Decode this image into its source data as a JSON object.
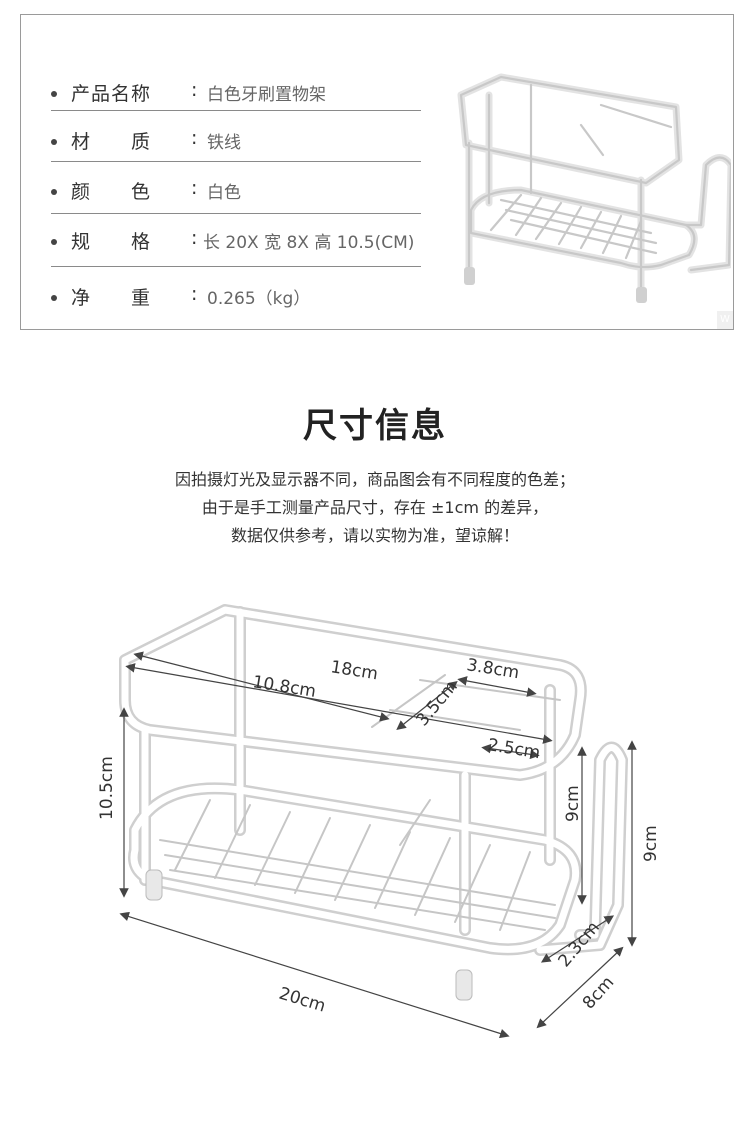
{
  "specs": [
    {
      "label": "产品名称",
      "value": "白色牙刷置物架"
    },
    {
      "label": "材　　质",
      "value": "铁线"
    },
    {
      "label": "颜　　色",
      "value": "白色"
    },
    {
      "label": "规　　格",
      "value": "长 20X 宽 8X 高 10.5(CM)"
    },
    {
      "label": "净　　重",
      "value": "0.265（kg）"
    }
  ],
  "separator": ":",
  "corner_mark": "W",
  "section_title": "尺寸信息",
  "notes": [
    "因拍摄灯光及显示器不同，商品图会有不同程度的色差；",
    "由于是手工测量产品尺寸，存在 ±1cm 的差异，",
    "数据仅供参考，请以实物为准，望谅解！"
  ],
  "dimensions": {
    "top_length": "18cm",
    "top_left_compartment": "10.8cm",
    "top_right_width": "3.8cm",
    "top_compartment_depth": "3.5cm",
    "top_compartment_small": "2.5cm",
    "total_height": "10.5cm",
    "inner_height": "9cm",
    "hook_height": "9cm",
    "hook_gap": "2.3cm",
    "total_length": "20cm",
    "total_width": "8cm"
  },
  "colors": {
    "panel_border": "#9a9a9a",
    "accent_text": "#333333",
    "value_text": "#666666",
    "rack": "#ffffff"
  }
}
